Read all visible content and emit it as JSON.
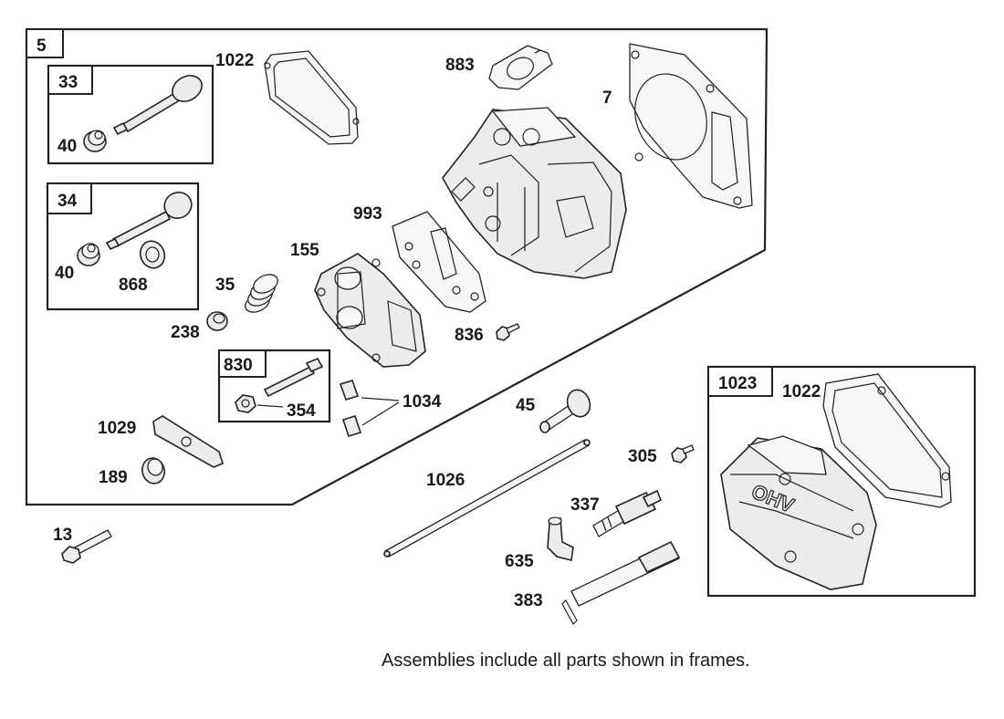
{
  "frames": {
    "f5": "5",
    "f33": "33",
    "f34": "34",
    "f830": "830",
    "f1023": "1023"
  },
  "labels": {
    "p1022a": "1022",
    "p883": "883",
    "p7": "7",
    "p40a": "40",
    "p40b": "40",
    "p868": "868",
    "p993": "993",
    "p155": "155",
    "p35": "35",
    "p238": "238",
    "p836": "836",
    "p354": "354",
    "p1034": "1034",
    "p1029": "1029",
    "p189": "189",
    "p45": "45",
    "p305": "305",
    "p1022b": "1022",
    "p1026": "1026",
    "p337": "337",
    "p635": "635",
    "p383": "383",
    "p13": "13"
  },
  "cover_text": "OHV",
  "note": "Assemblies include all parts shown in frames."
}
